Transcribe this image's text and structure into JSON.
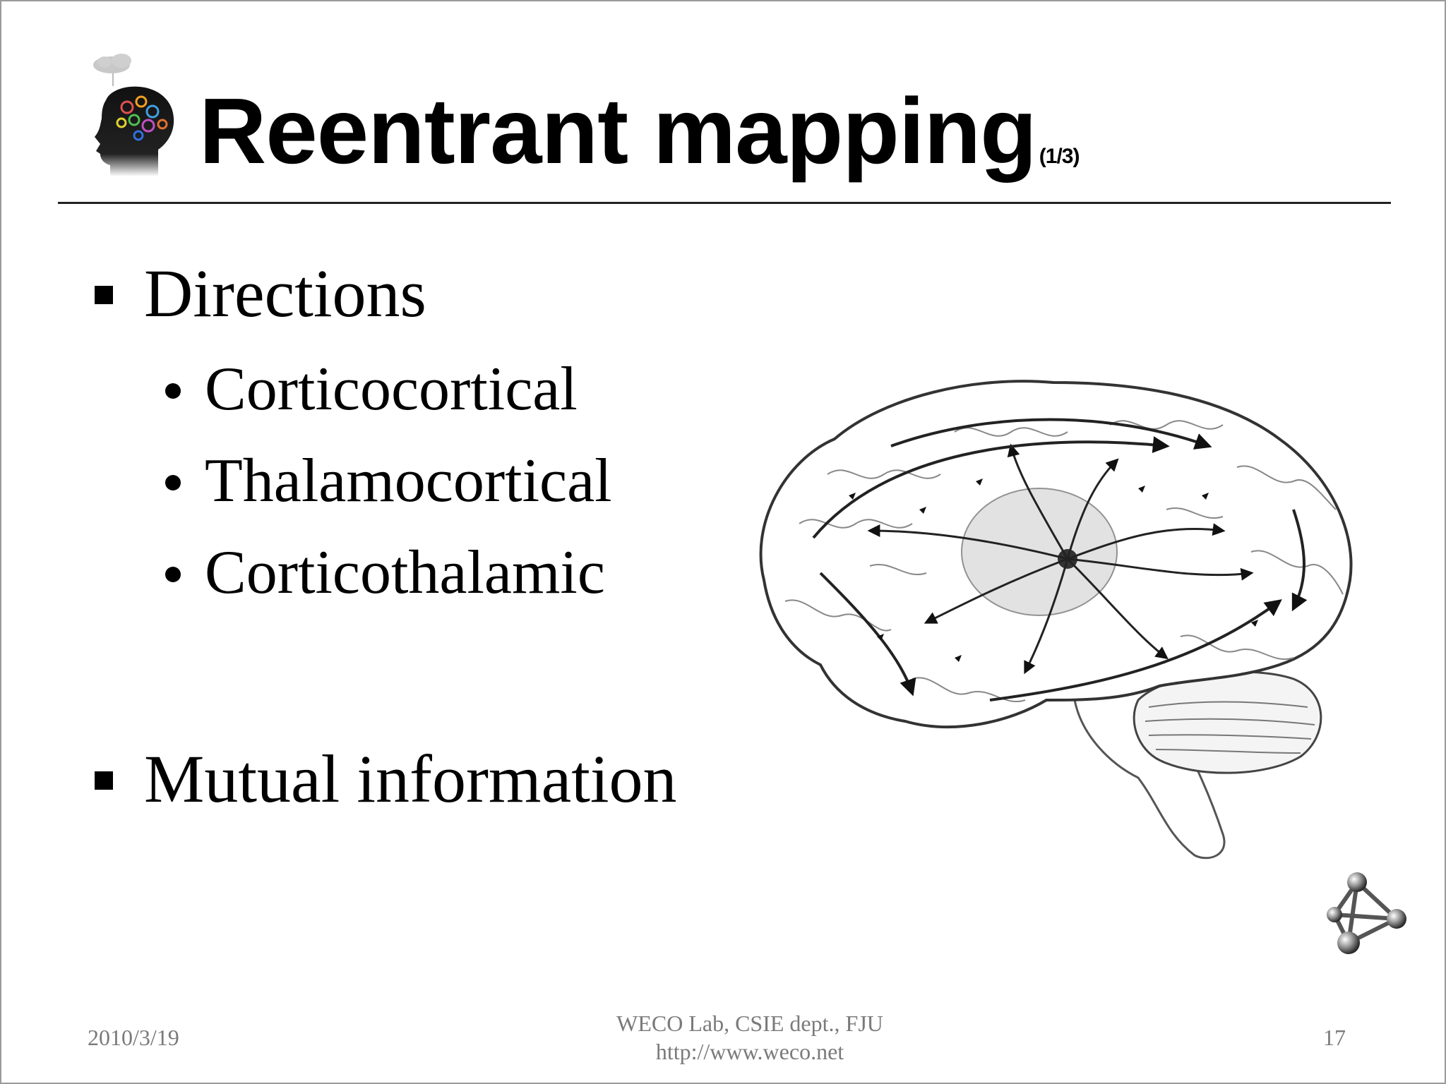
{
  "slide": {
    "title": "Reentrant mapping",
    "title_suffix": "(1/3)",
    "bullets": [
      {
        "label": "Directions",
        "subitems": [
          "Corticocortical",
          "Thalamocortical",
          "Corticothalamic"
        ]
      },
      {
        "label": "Mutual information",
        "subitems": []
      }
    ],
    "images": {
      "logo": "brain-head-logo",
      "diagram": "brain-reentry-diagram",
      "corner": "molecule-icon"
    }
  },
  "footer": {
    "date": "2010/3/19",
    "lab_line1": "WECO Lab, CSIE dept., FJU",
    "lab_line2": "http://www.weco.net",
    "page_number": "17"
  },
  "colors": {
    "text": "#000000",
    "footer_text": "#7a7a7a",
    "rule": "#222222"
  }
}
